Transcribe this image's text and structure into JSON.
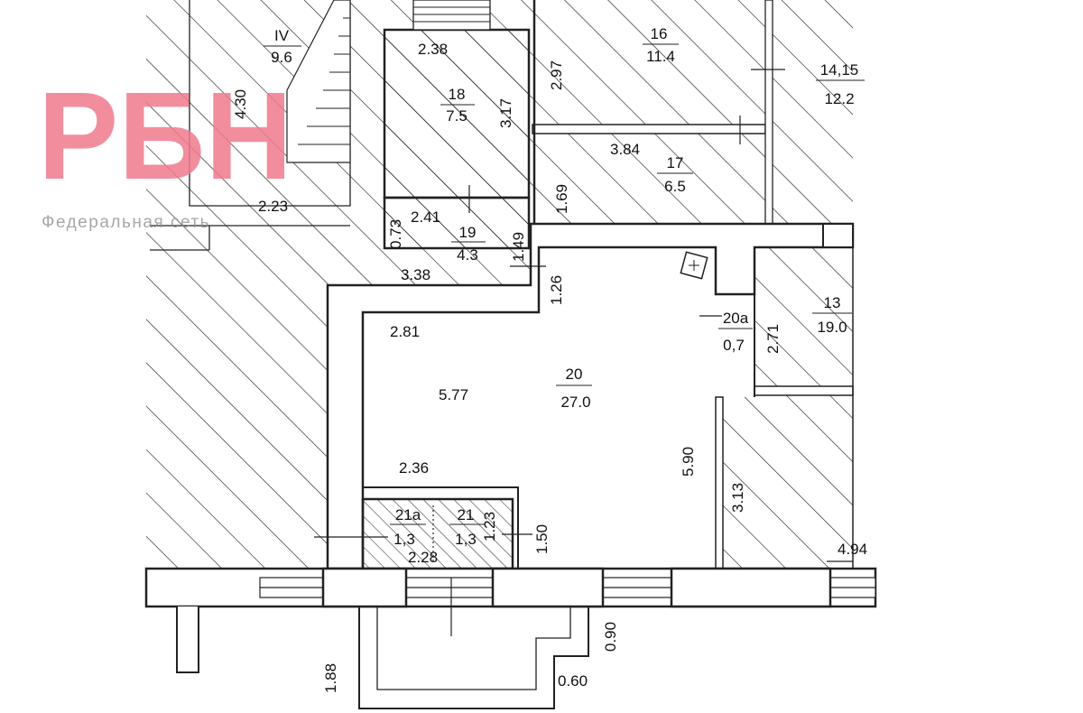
{
  "watermark": {
    "brand": "РБН",
    "tagline": "Федеральная сеть",
    "color": "#f07a8c"
  },
  "rooms": [
    {
      "id": "IV",
      "area": "9.6"
    },
    {
      "id": "16",
      "area": "11.4"
    },
    {
      "id": "14,15",
      "area": "12.2"
    },
    {
      "id": "18",
      "area": "7.5"
    },
    {
      "id": "17",
      "area": "6.5"
    },
    {
      "id": "19",
      "area": "4.3"
    },
    {
      "id": "20",
      "area": "27.0"
    },
    {
      "id": "20а",
      "area": "0,7"
    },
    {
      "id": "13",
      "area": "19.0"
    },
    {
      "id": "21а",
      "area": "1,3"
    },
    {
      "id": "21",
      "area": "1,3"
    }
  ],
  "dimensions": [
    "4.30",
    "2.23",
    "2.38",
    "3.17",
    "2.97",
    "3.84",
    "1.69",
    "0.73",
    "2.41",
    "1.49",
    "3.38",
    "1.26",
    "2.81",
    "5.77",
    "2.36",
    "5.90",
    "2.71",
    "3.13",
    "4.94",
    "1.23",
    "1.50",
    "2.28",
    "0.90",
    "1.88",
    "0.60"
  ]
}
